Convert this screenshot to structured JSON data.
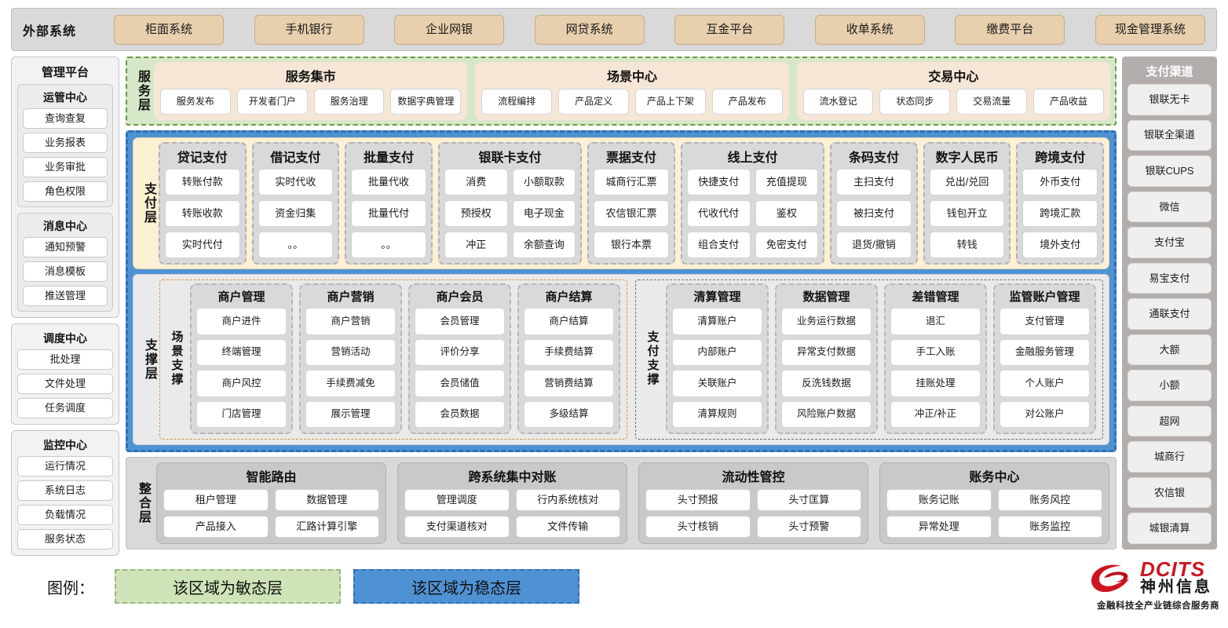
{
  "external_systems": {
    "title": "外部系统",
    "items": [
      "柜面系统",
      "手机银行",
      "企业网银",
      "网贷系统",
      "互金平台",
      "收单系统",
      "缴费平台",
      "现金管理系统"
    ]
  },
  "management_platform": {
    "title": "管理平台",
    "groups": [
      {
        "title": "运管中心",
        "items": [
          "查询查复",
          "业务报表",
          "业务审批",
          "角色权限"
        ]
      },
      {
        "title": "消息中心",
        "items": [
          "通知预警",
          "消息模板",
          "推送管理"
        ]
      }
    ],
    "standalone": [
      {
        "title": "调度中心",
        "items": [
          "批处理",
          "文件处理",
          "任务调度"
        ]
      },
      {
        "title": "监控中心",
        "items": [
          "运行情况",
          "系统日志",
          "负载情况",
          "服务状态"
        ]
      }
    ]
  },
  "service_layer": {
    "label": "服务层",
    "groups": [
      {
        "title": "服务集市",
        "items": [
          "服务发布",
          "开发者门户",
          "服务治理",
          "数据字典管理"
        ]
      },
      {
        "title": "场景中心",
        "items": [
          "流程编排",
          "产品定义",
          "产品上下架",
          "产品发布"
        ]
      },
      {
        "title": "交易中心",
        "items": [
          "流水登记",
          "状态同步",
          "交易流量",
          "产品收益"
        ]
      }
    ]
  },
  "payment_layer": {
    "label": "支付层",
    "groups": [
      {
        "title": "贷记支付",
        "cols": 1,
        "rows": [
          [
            "转账付款"
          ],
          [
            "转账收款"
          ],
          [
            "实时代付"
          ]
        ]
      },
      {
        "title": "借记支付",
        "cols": 1,
        "rows": [
          [
            "实时代收"
          ],
          [
            "资金归集"
          ],
          [
            "。。"
          ]
        ]
      },
      {
        "title": "批量支付",
        "cols": 1,
        "rows": [
          [
            "批量代收"
          ],
          [
            "批量代付"
          ],
          [
            "。。"
          ]
        ]
      },
      {
        "title": "银联卡支付",
        "cols": 2,
        "rows": [
          [
            "消费",
            "小额取款"
          ],
          [
            "预授权",
            "电子现金"
          ],
          [
            "冲正",
            "余额查询"
          ]
        ]
      },
      {
        "title": "票据支付",
        "cols": 1,
        "rows": [
          [
            "城商行汇票"
          ],
          [
            "农信银汇票"
          ],
          [
            "银行本票"
          ]
        ]
      },
      {
        "title": "线上支付",
        "cols": 2,
        "rows": [
          [
            "快捷支付",
            "充值提现"
          ],
          [
            "代收代付",
            "鉴权"
          ],
          [
            "组合支付",
            "免密支付"
          ]
        ]
      },
      {
        "title": "条码支付",
        "cols": 1,
        "rows": [
          [
            "主扫支付"
          ],
          [
            "被扫支付"
          ],
          [
            "退货/撤销"
          ]
        ]
      },
      {
        "title": "数字人民币",
        "cols": 1,
        "rows": [
          [
            "兑出/兑回"
          ],
          [
            "钱包开立"
          ],
          [
            "转钱"
          ]
        ]
      },
      {
        "title": "跨境支付",
        "cols": 1,
        "rows": [
          [
            "外币支付"
          ],
          [
            "跨境汇款"
          ],
          [
            "境外支付"
          ]
        ]
      }
    ]
  },
  "support_layer": {
    "label": "支撑层",
    "halves": [
      {
        "label": "场景支撑",
        "groups": [
          {
            "title": "商户管理",
            "items": [
              "商户进件",
              "终端管理",
              "商户风控",
              "门店管理"
            ]
          },
          {
            "title": "商户营销",
            "items": [
              "商户营销",
              "营销活动",
              "手续费减免",
              "展示管理"
            ]
          },
          {
            "title": "商户会员",
            "items": [
              "会员管理",
              "评价分享",
              "会员储值",
              "会员数据"
            ]
          },
          {
            "title": "商户结算",
            "items": [
              "商户结算",
              "手续费结算",
              "营销费结算",
              "多级结算"
            ]
          }
        ]
      },
      {
        "label": "支付支撑",
        "groups": [
          {
            "title": "清算管理",
            "items": [
              "清算账户",
              "内部账户",
              "关联账户",
              "清算规则"
            ]
          },
          {
            "title": "数据管理",
            "items": [
              "业务运行数据",
              "异常支付数据",
              "反洗钱数据",
              "风险账户数据"
            ]
          },
          {
            "title": "差错管理",
            "items": [
              "退汇",
              "手工入账",
              "挂账处理",
              "冲正/补正"
            ]
          },
          {
            "title": "监管账户管理",
            "items": [
              "支付管理",
              "金融服务管理",
              "个人账户",
              "对公账户"
            ]
          }
        ]
      }
    ]
  },
  "integration_layer": {
    "label": "整合层",
    "groups": [
      {
        "title": "智能路由",
        "rows": [
          [
            "租户管理",
            "数据管理"
          ],
          [
            "产品接入",
            "汇路计算引擎"
          ]
        ]
      },
      {
        "title": "跨系统集中对账",
        "rows": [
          [
            "管理调度",
            "行内系统核对"
          ],
          [
            "支付渠道核对",
            "文件传输"
          ]
        ]
      },
      {
        "title": "流动性管控",
        "rows": [
          [
            "头寸预报",
            "头寸匡算"
          ],
          [
            "头寸核销",
            "头寸预警"
          ]
        ]
      },
      {
        "title": "账务中心",
        "rows": [
          [
            "账务记账",
            "账务风控"
          ],
          [
            "异常处理",
            "账务监控"
          ]
        ]
      }
    ]
  },
  "payment_channels": {
    "title": "支付渠道",
    "items": [
      "银联无卡",
      "银联全渠道",
      "银联CUPS",
      "微信",
      "支付宝",
      "易宝支付",
      "通联支付",
      "大额",
      "小额",
      "超网",
      "城商行",
      "农信银",
      "城银清算"
    ]
  },
  "legend": {
    "label": "图例：",
    "agile": "该区域为敏态层",
    "stable": "该区域为稳态层"
  },
  "logo": {
    "en": "DCITS",
    "cn": "神州信息",
    "tagline": "金融科技全产业链综合服务商"
  },
  "colors": {
    "external_chip": "#e8cfae",
    "service_layer_bg": "#d7e8c8",
    "service_group_bg": "#f5e6d6",
    "stable_blue": "#4f92d4",
    "payment_layer_bg": "#fdf0d3",
    "group_gray": "#d9d9d9",
    "channels_bg": "#b3aeab",
    "logo_red": "#cf1420"
  }
}
